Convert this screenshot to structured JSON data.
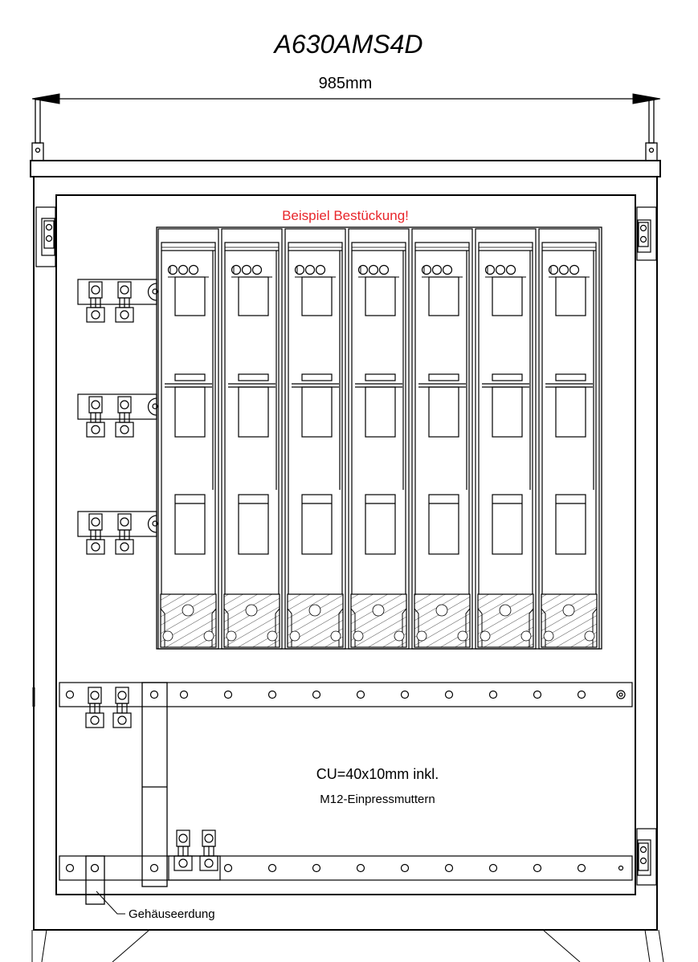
{
  "title": "A630AMS4D",
  "width_dimension": "985mm",
  "example_note": "Beispiel Bestückung!",
  "busbar_note_line1": "CU=40x10mm inkl.",
  "busbar_note_line2": "M12-Einpressmuttern",
  "ground_label": "Gehäuseerdung",
  "fuse_strip_count": 7,
  "colors": {
    "line": "#000000",
    "warning": "#e8262b",
    "background": "#ffffff"
  }
}
